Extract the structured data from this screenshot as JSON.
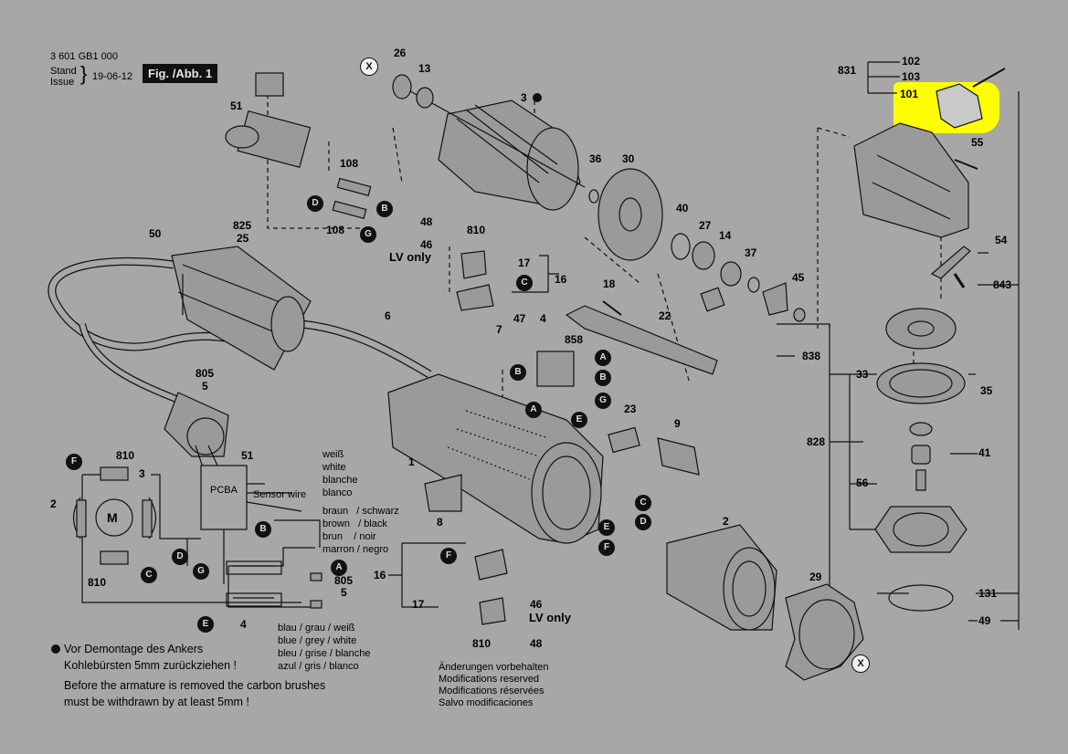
{
  "header": {
    "part_number": "3 601 GB1 000",
    "stand": "Stand",
    "issue": "Issue",
    "date": "19-06-12",
    "figure": "Fig. /Abb. 1"
  },
  "highlight": {
    "part": "101",
    "color": "#ffff00"
  },
  "part_labels": {
    "p26": "26",
    "p13": "13",
    "p3": "3",
    "p51a": "51",
    "p108a": "108",
    "p108b": "108",
    "p36": "36",
    "p30": "30",
    "p48a": "48",
    "p810a": "810",
    "p46a": "46",
    "p17a": "17",
    "p16a": "16",
    "p40": "40",
    "p27": "27",
    "p14": "14",
    "p37": "37",
    "p45": "45",
    "p18": "18",
    "p22": "22",
    "p825": "825",
    "p25": "25",
    "p50": "50",
    "p6": "6",
    "p7": "7",
    "p47": "47",
    "p4a": "4",
    "p858": "858",
    "p805a": "805",
    "p5a": "5",
    "p23": "23",
    "p9": "9",
    "p1": "1",
    "p8": "8",
    "p2a": "2",
    "p102": "102",
    "p831": "831",
    "p103": "103",
    "p101": "101",
    "p55": "55",
    "p54": "54",
    "p843": "843",
    "p838": "838",
    "p33": "33",
    "p35": "35",
    "p828": "828",
    "p41": "41",
    "p56": "56",
    "p131": "131",
    "p49": "49",
    "p29": "29",
    "p16b": "16",
    "p17b": "17",
    "p46b": "46",
    "p810b": "810",
    "p48b": "48",
    "w810a": "810",
    "w3": "3",
    "w2": "2",
    "w810b": "810",
    "w51": "51",
    "w805": "805",
    "w5": "5",
    "w4": "4"
  },
  "lv_only": "LV only",
  "circles": {
    "X": "X",
    "A": "A",
    "B": "B",
    "C": "C",
    "D": "D",
    "E": "E",
    "F": "F",
    "G": "G"
  },
  "wiring": {
    "pcba": "PCBA",
    "motor": "M",
    "sensor_wire": "Sensor wire",
    "colors_white": [
      "weiß",
      "white",
      "blanche",
      "blanco"
    ],
    "colors_brown": [
      "braun   / schwarz",
      "brown   / black",
      "brun    / noir",
      "marron / negro"
    ],
    "colors_blue": [
      "blau / grau / weiß",
      "blue / grey / white",
      "bleu / grise / blanche",
      "azul / gris / blanco"
    ]
  },
  "notes": {
    "de_line1": "Vor Demontage des Ankers",
    "de_line2": "Kohlebürsten 5mm zurückziehen !",
    "en_line1": "Before the armature is removed the carbon brushes",
    "en_line2": "must be withdrawn by at least 5mm !",
    "mods": [
      "Änderungen vorbehalten",
      "Modifications reserved",
      "Modifications réservées",
      "Salvo modificaciones"
    ]
  }
}
